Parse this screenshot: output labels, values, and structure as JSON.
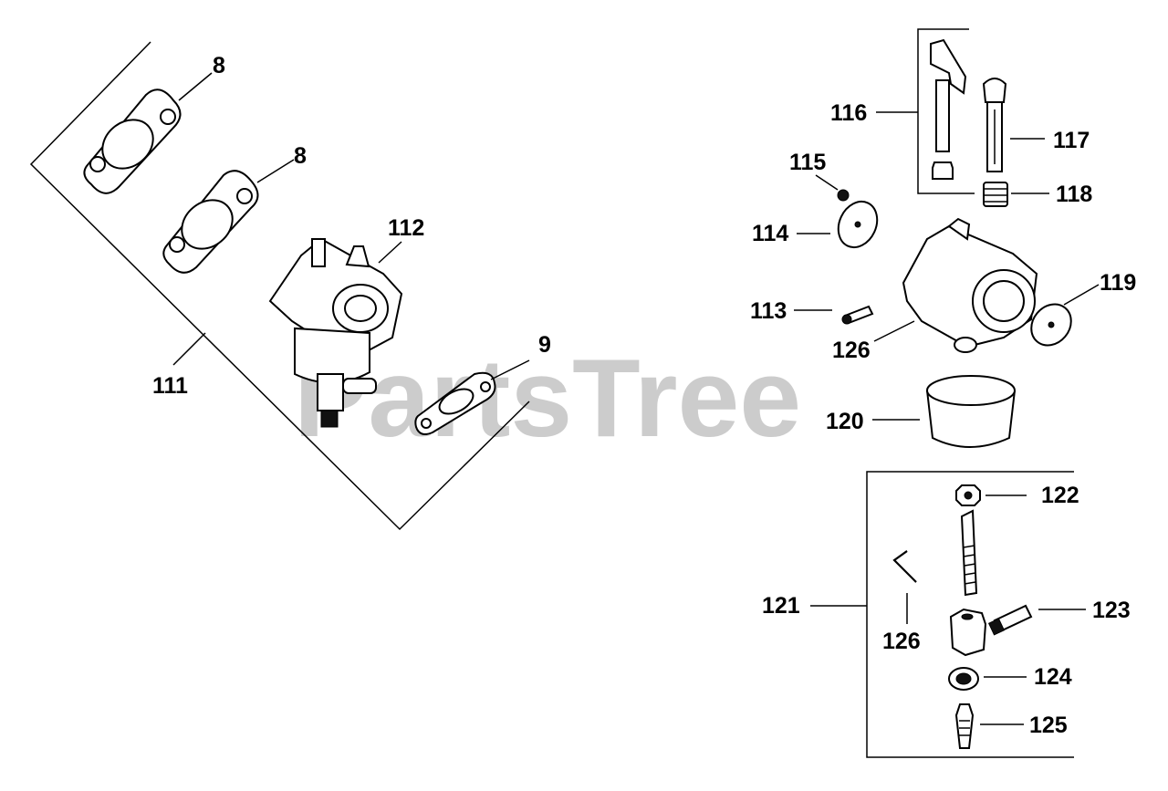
{
  "diagram": {
    "watermark": "PartsTree",
    "part_labels": {
      "p8a": "8",
      "p8b": "8",
      "p112": "112",
      "p111": "111",
      "p9": "9",
      "p116": "116",
      "p117": "117",
      "p118": "118",
      "p115": "115",
      "p114": "114",
      "p113": "113",
      "p126a": "126",
      "p119": "119",
      "p120": "120",
      "p122": "122",
      "p121": "121",
      "p123": "123",
      "p126b": "126",
      "p124": "124",
      "p125": "125"
    }
  }
}
